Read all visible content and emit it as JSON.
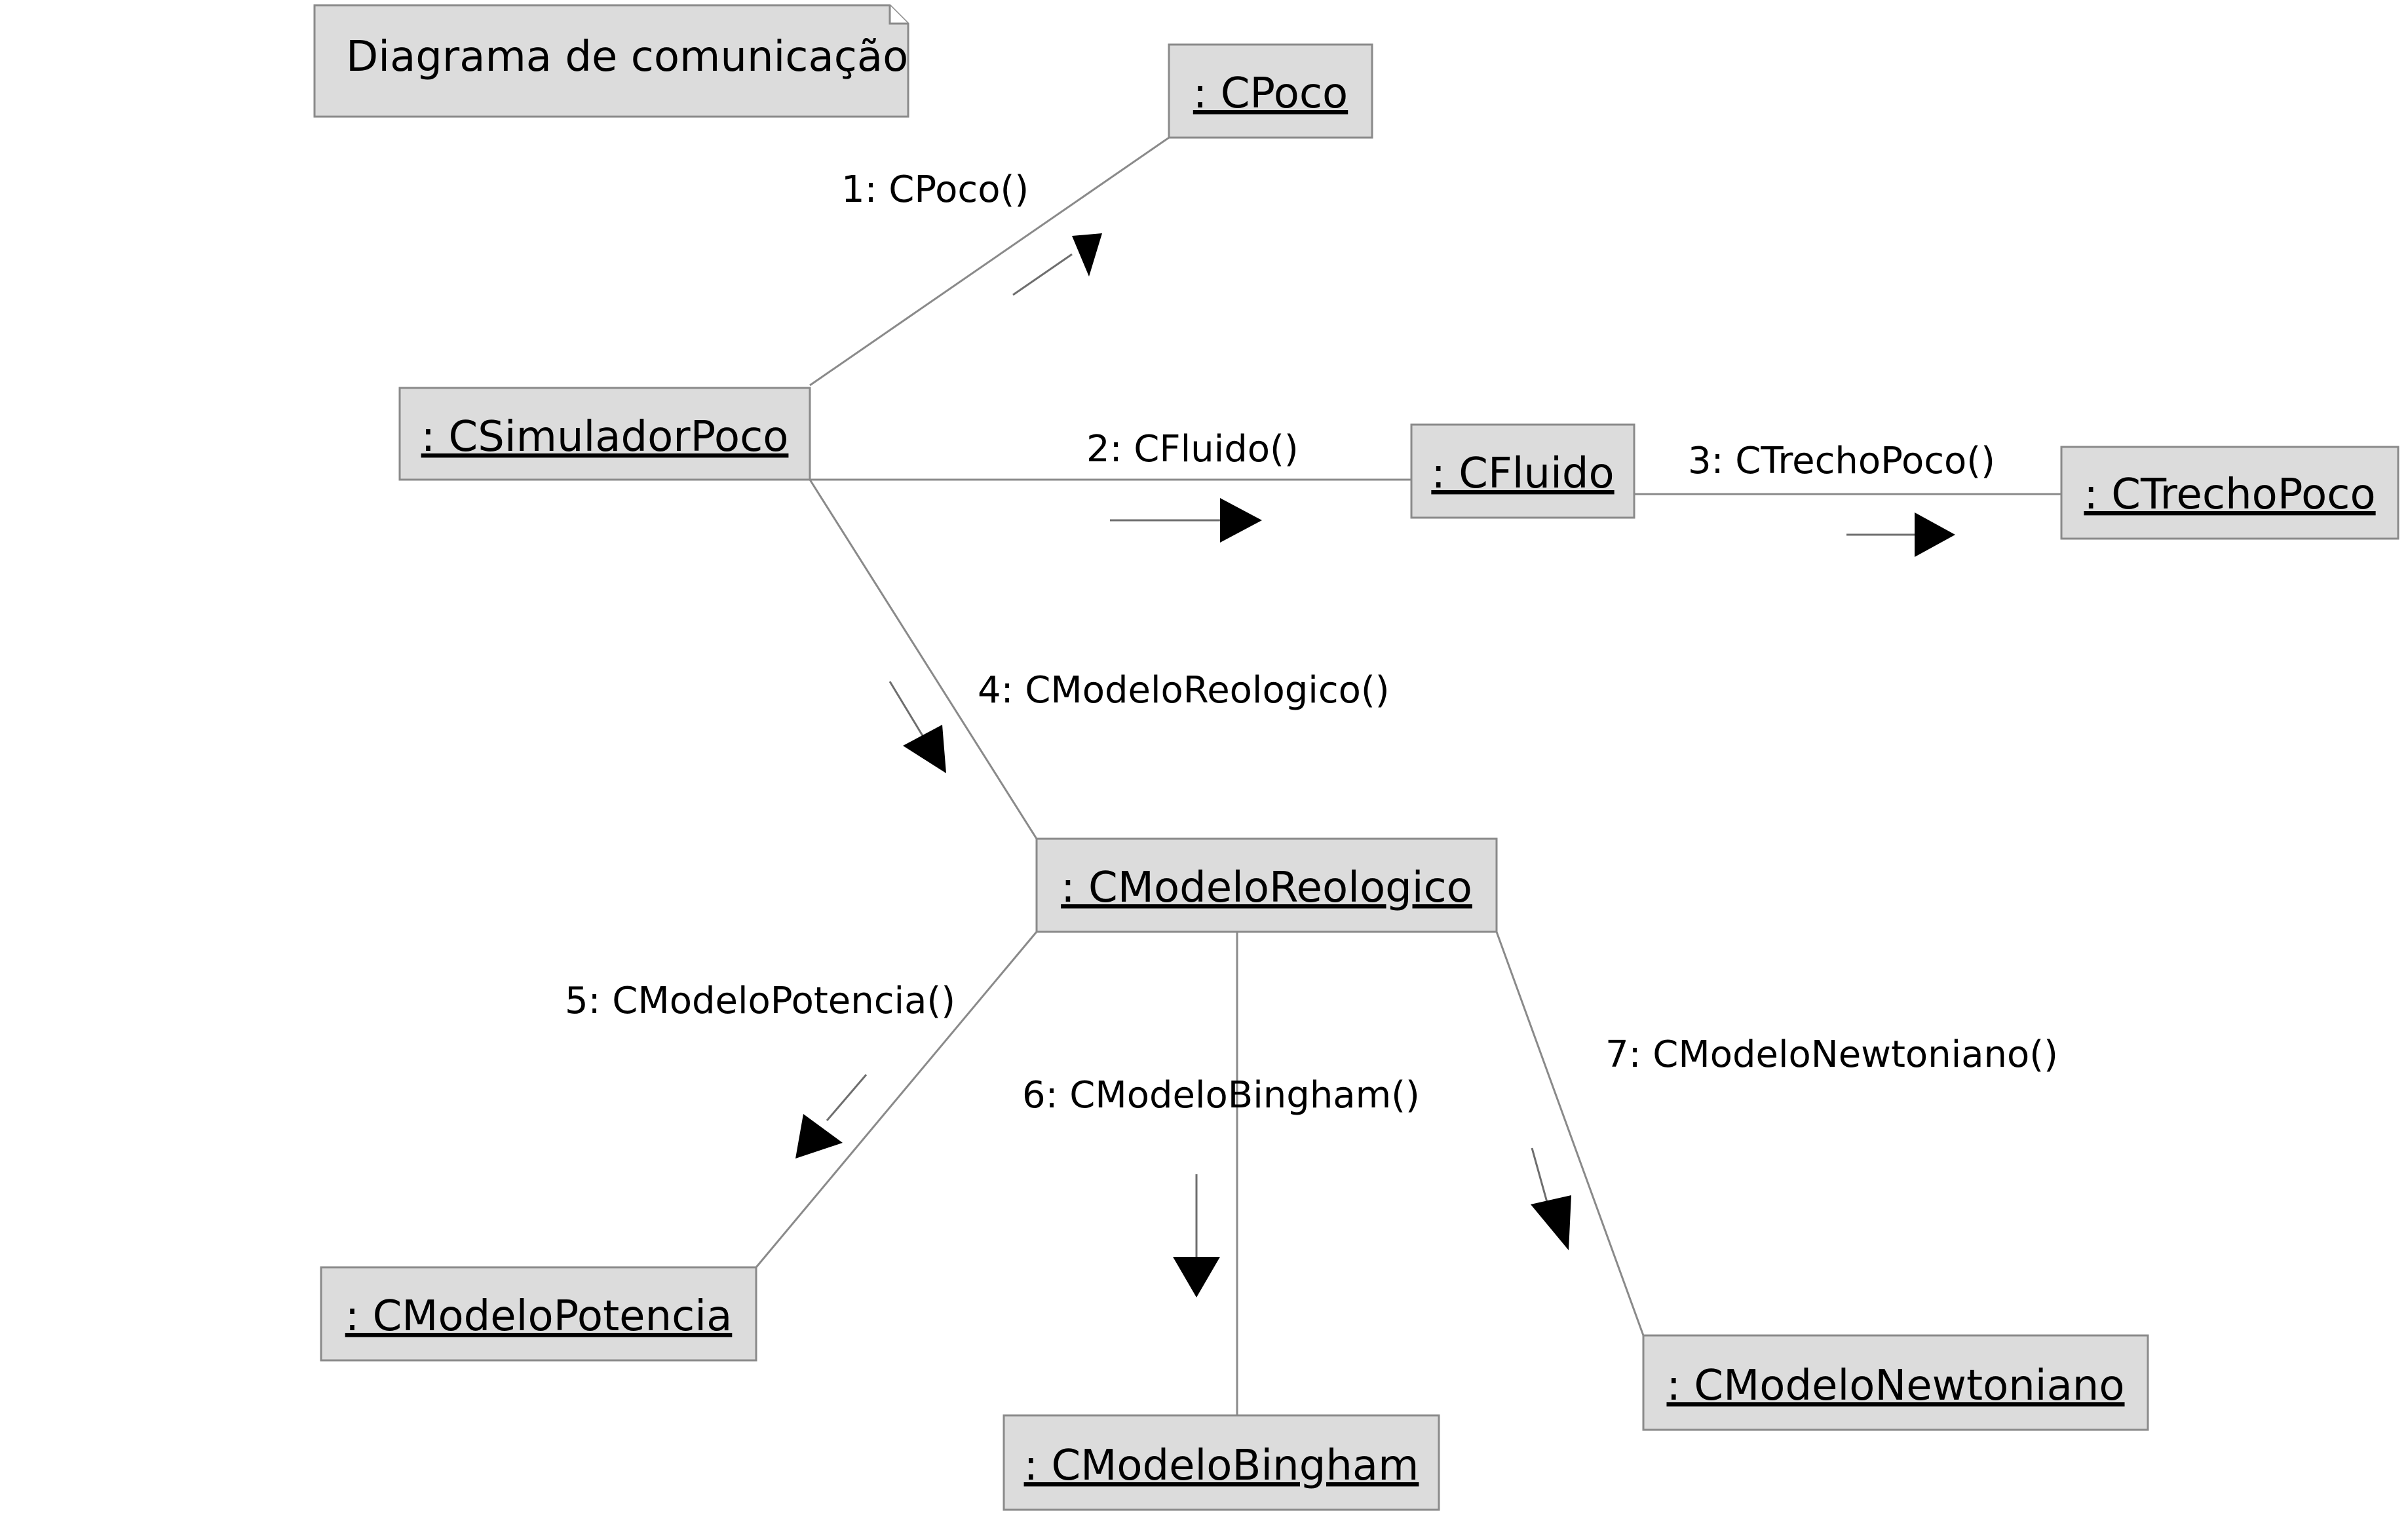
{
  "title": "Diagrama de comunicação",
  "objects": {
    "simulador": ": CSimuladorPoco",
    "poco": ": CPoco",
    "fluido": ": CFluido",
    "trecho": ": CTrechoPoco",
    "reologico": ": CModeloReologico",
    "potencia": ": CModeloPotencia",
    "bingham": ": CModeloBingham",
    "newtoniano": ": CModeloNewtoniano"
  },
  "messages": {
    "m1": "1: CPoco()",
    "m2": "2: CFluido()",
    "m3": "3: CTrechoPoco()",
    "m4": "4: CModeloReologico()",
    "m5": "5: CModeloPotencia()",
    "m6": "6: CModeloBingham()",
    "m7": "7: CModeloNewtoniano()"
  }
}
